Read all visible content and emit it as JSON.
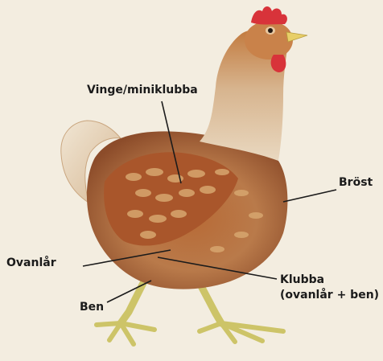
{
  "labels": {
    "wing": "Vinge/miniklubba",
    "breast": "Bröst",
    "thigh": "Ovanlår",
    "drumstick_line1": "Klubba",
    "drumstick_line2": "(ovanlår + ben)",
    "leg": "Ben"
  },
  "colors": {
    "background": "#f3ede0",
    "feather_light": "#ead7bd",
    "feather_tan": "#c9925d",
    "feather_brown": "#9a4f28",
    "comb_red": "#d8333a",
    "beak_yellow": "#e8cf68",
    "leg_yellow": "#d7cf73",
    "leader_line": "#1b1b1b"
  }
}
